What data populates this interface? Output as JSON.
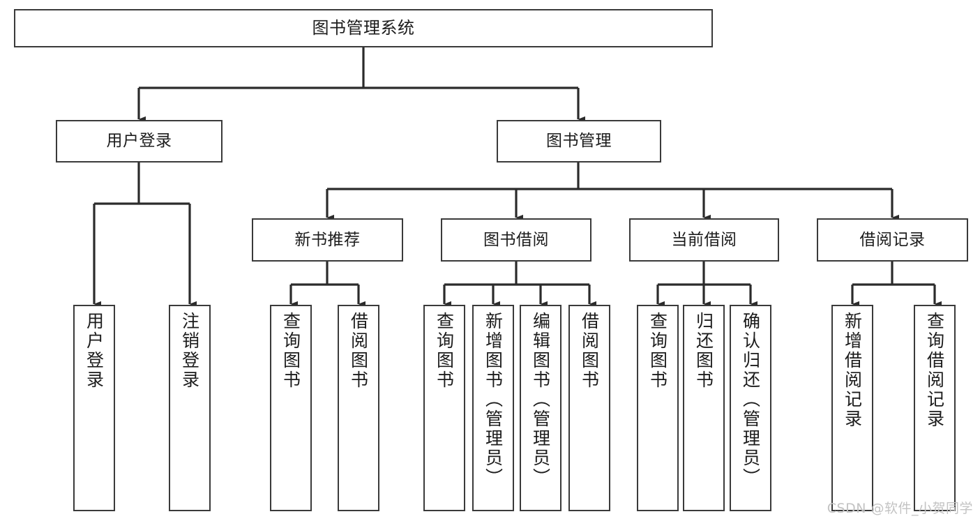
{
  "diagram": {
    "title": "图书管理系统",
    "type": "tree-hierarchy-diagram",
    "watermark": "CSDN @软件_小贺同学",
    "colors": {
      "background": "#ffffff",
      "box_border": "#3a3a3a",
      "box_fill": "#ffffff",
      "text": "#1c1c1c",
      "connector": "#2b2b2b",
      "watermark": "#c3c3c3"
    },
    "nodes": {
      "root": {
        "label": "图书管理系统"
      },
      "level1": [
        {
          "label": "用户登录"
        },
        {
          "label": "图书管理"
        }
      ],
      "level2": [
        {
          "label": "新书推荐"
        },
        {
          "label": "图书借阅"
        },
        {
          "label": "当前借阅"
        },
        {
          "label": "借阅记录"
        }
      ],
      "leaves": {
        "user_login": [
          {
            "label": "用户登录"
          },
          {
            "label": "注销登录"
          }
        ],
        "new_book_recommend": [
          {
            "label": "查询图书"
          },
          {
            "label": "借阅图书"
          }
        ],
        "book_borrow": [
          {
            "label": "查询图书"
          },
          {
            "label": "新增图书（管理员）"
          },
          {
            "label": "编辑图书（管理员）"
          },
          {
            "label": "借阅图书"
          }
        ],
        "current_borrow": [
          {
            "label": "查询图书"
          },
          {
            "label": "归还图书"
          },
          {
            "label": "确认归还（管理员）"
          }
        ],
        "borrow_record": [
          {
            "label": "新增借阅记录"
          },
          {
            "label": "查询借阅记录"
          }
        ]
      }
    }
  }
}
